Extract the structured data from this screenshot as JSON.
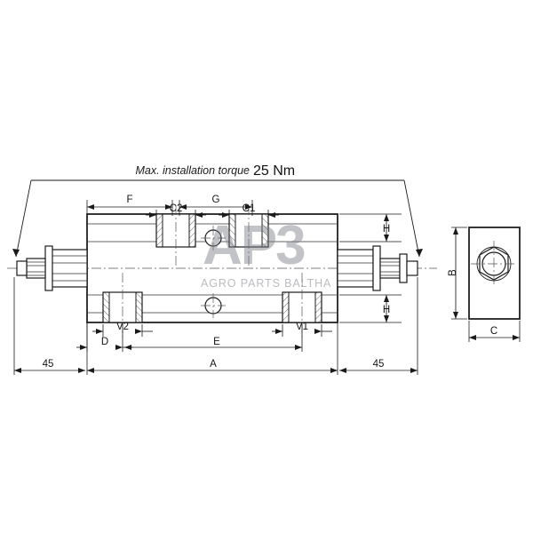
{
  "drawing": {
    "title_note_prefix": "Max. installation torque",
    "title_note_value": "25 Nm",
    "watermark_main": "AP3",
    "watermark_sub": "AGRO PARTS BALTHA",
    "dimensions": {
      "F": "F",
      "G": "G",
      "C2": "C2",
      "C1": "C1",
      "H_top": "H",
      "H_bottom": "H",
      "V2": "V2",
      "V1": "V1",
      "D": "D",
      "E": "E",
      "A": "A",
      "left_45": "45",
      "right_45": "45",
      "B": "B",
      "C": "C"
    }
  },
  "colors": {
    "line": "#1a1a1a",
    "center_line": "#555555",
    "background": "#ffffff",
    "watermark": "#787c82"
  }
}
